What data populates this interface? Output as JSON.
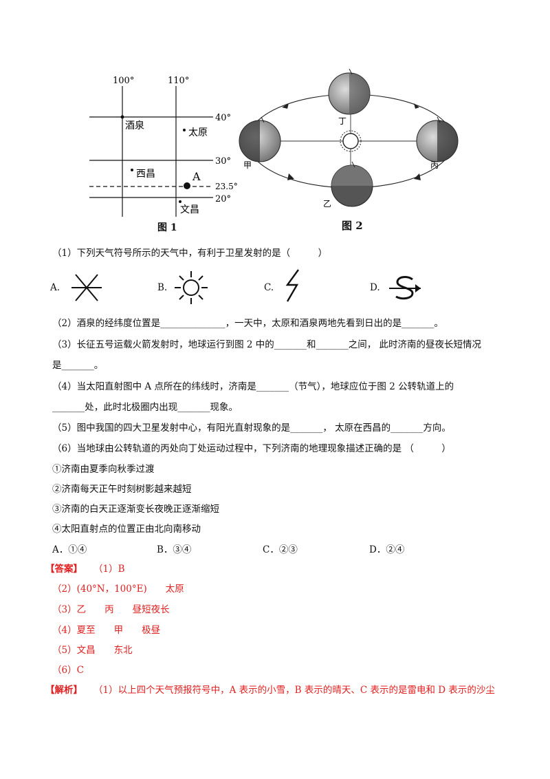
{
  "figure1": {
    "caption": "图 1",
    "lon_labels": [
      "100°",
      "110°"
    ],
    "lat_labels": [
      "40°",
      "30°",
      "23.5°",
      "20°"
    ],
    "places": [
      "酒泉",
      "太原",
      "西昌",
      "A",
      "文昌"
    ]
  },
  "figure2": {
    "caption": "图 2",
    "positions": [
      "丁",
      "甲",
      "丙",
      "乙"
    ]
  },
  "q1": {
    "text": "（1）下列天气符号所示的天气中，有利于卫星发射的是（　　　）",
    "options": [
      "A.",
      "B.",
      "C.",
      "D."
    ]
  },
  "q2": "（2）酒泉的经纬度位置是______________，一天中，太原和酒泉两地先看到日出的是_______。",
  "q3": {
    "line1": "（3）长征五号运载火箭发射时，地球运行到图 2 中的_______和_______之间， 此时济南的昼夜长短情况",
    "line2": "是_______。"
  },
  "q4": {
    "line1": "（4）当太阳直射图中 A 点所在的纬线时，济南是_______（节气），地球应位于图 2 公转轨道上的",
    "line2": "_______处，此时北极圈内出现_______现象。"
  },
  "q5": "（5）图中我国的四大卫星发射中心，有阳光直射现象的是_______，  太原在西昌的_______方向。",
  "q6": {
    "text": "（6）当地球由公转轨道的丙处向丁处运动过程中，下列济南的地理现象描述正确的是 （　　　）",
    "items": [
      "①济南由夏季向秋季过渡",
      "②济南每天正午时刻树影越来越短",
      "③济南的白天正逐渐变长夜晚正逐渐缩短",
      "④太阳直射点的位置正由北向南移动"
    ],
    "options": [
      "A．①④",
      "B．③④",
      "C．②③",
      "D．②④"
    ]
  },
  "answer": {
    "tag": "【答案】",
    "lines": [
      "（1）B",
      "（2）(40°N，100°E)　　太原",
      "（3）乙　　丙　　昼短夜长",
      "（4）夏至　　甲　　极昼",
      "（5）文昌　　东北",
      "（6）C"
    ]
  },
  "analysis": {
    "tag": "【解析】",
    "text": "（1）以上四个天气预报符号中，A 表示的小雪，B 表示的晴天、C 表示的是雷电和 D 表示的沙尘"
  }
}
